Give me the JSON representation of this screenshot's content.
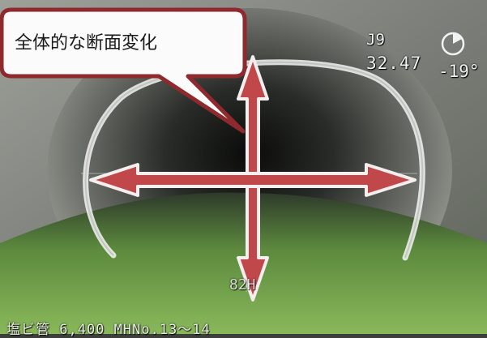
{
  "callout": {
    "text": "全体的な断面変化"
  },
  "overlay": {
    "pipe_id": "J9",
    "distance": "32.47",
    "angle": "-19°",
    "center_code": "82H",
    "bottom_info": "塩ビ管 6,400 MHNo.13〜14"
  },
  "colors": {
    "arrow_fill": "#c0484a",
    "arrow_outline": "#f4eeee",
    "callout_border": "#8e2a2e",
    "pipe_wall": "#8a8c86",
    "water": "#6f9a4a"
  },
  "icons": {
    "dial": "clock-dial-icon"
  }
}
